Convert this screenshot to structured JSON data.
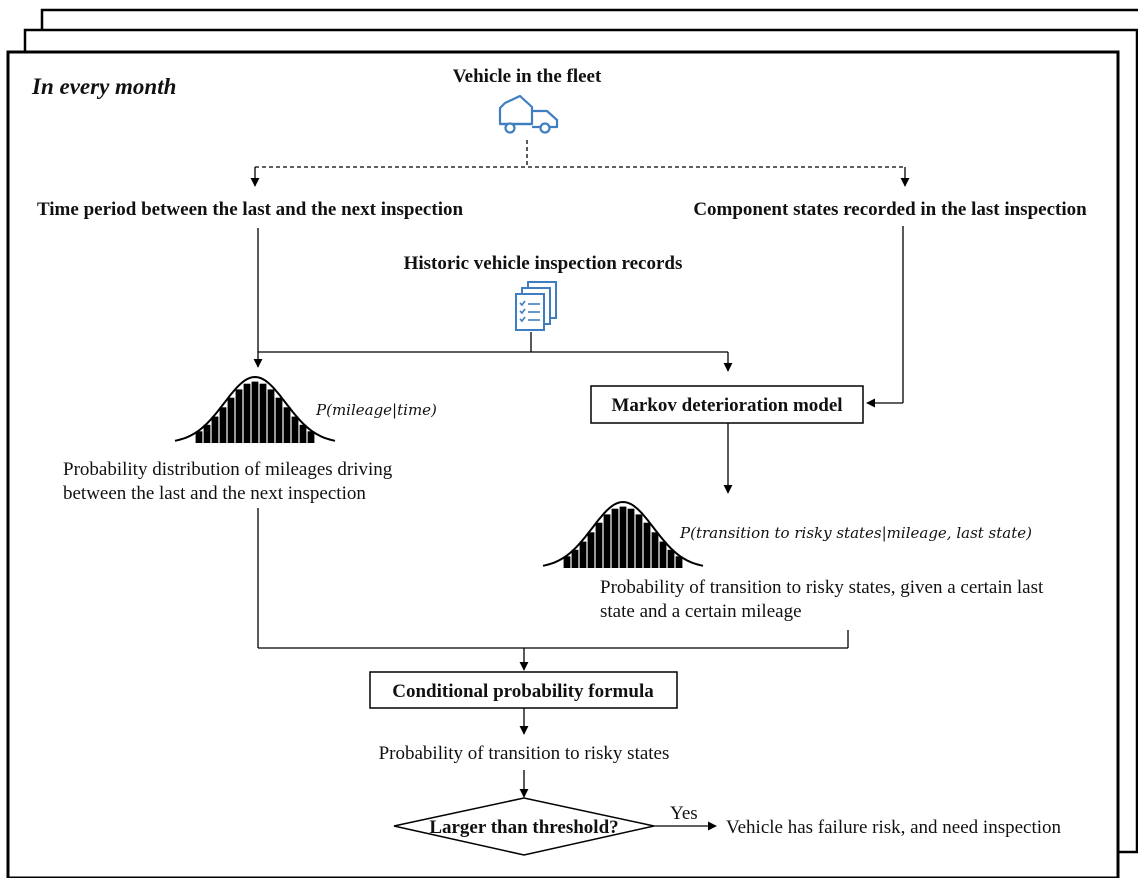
{
  "frame": {
    "title": "In every month"
  },
  "vehicle": {
    "label": "Vehicle in the fleet",
    "icon": "truck-icon"
  },
  "time_period": {
    "label": "Time period between the last and the next inspection"
  },
  "component_states": {
    "label": "Component states recorded in the last inspection"
  },
  "historic": {
    "label": "Historic vehicle inspection records",
    "icon": "documents-checklist-icon"
  },
  "mileage_dist": {
    "formula": "P(mileage|time)",
    "caption_line1": "Probability distribution of mileages driving",
    "caption_line2": "between the last and the next inspection",
    "icon": "histogram-bell-curve-icon"
  },
  "markov": {
    "label": "Markov deterioration model"
  },
  "transition_dist": {
    "formula": "P(transition to risky states|mileage, last state)",
    "caption_line1": "Probability of transition to risky states, given a certain last",
    "caption_line2": "state and a certain mileage",
    "icon": "histogram-bell-curve-icon"
  },
  "conditional": {
    "label": "Conditional probability formula"
  },
  "prob_transition": {
    "label": "Probability of transition to risky states"
  },
  "decision": {
    "label": "Larger than threshold?",
    "yes_label": "Yes"
  },
  "outcome": {
    "label": "Vehicle has failure risk, and need inspection"
  },
  "colors": {
    "icon_blue": "#3f7fbf",
    "line": "#000000"
  }
}
